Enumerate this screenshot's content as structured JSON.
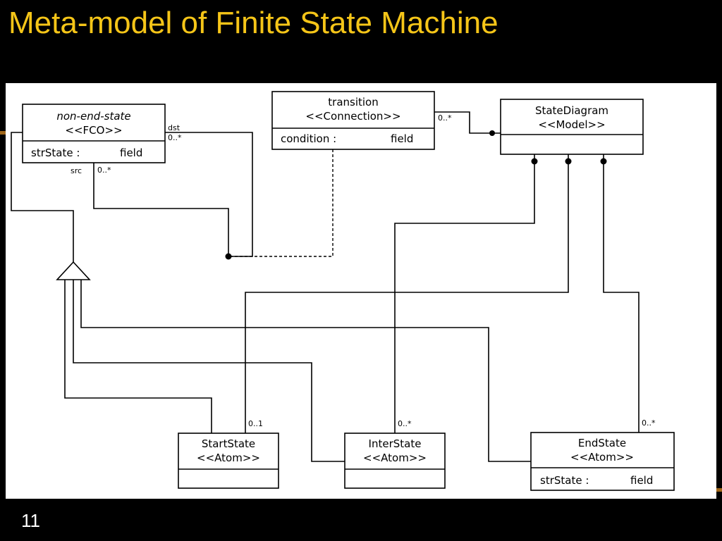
{
  "slide": {
    "title": "Meta-model of Finite State Machine",
    "page_number": "11",
    "accent_color": "#f5c518"
  },
  "diagram": {
    "non_end_state": {
      "name": "non-end-state",
      "stereotype": "<<FCO>>",
      "attribute": "strState :",
      "attribute_type": "field"
    },
    "transition": {
      "name": "transition",
      "stereotype": "<<Connection>>",
      "attribute": "condition :",
      "attribute_type": "field"
    },
    "state_diagram": {
      "name": "StateDiagram",
      "stereotype": "<<Model>>"
    },
    "start_state": {
      "name": "StartState",
      "stereotype": "<<Atom>>"
    },
    "inter_state": {
      "name": "InterState",
      "stereotype": "<<Atom>>"
    },
    "end_state": {
      "name": "EndState",
      "stereotype": "<<Atom>>",
      "attribute": "strState :",
      "attribute_type": "field"
    },
    "labels": {
      "dst": "dst",
      "dst_mult": "0..*",
      "src": "src",
      "src_mult": "0..*",
      "transition_mult": "0..*",
      "start_mult": "0..1",
      "inter_mult": "0..*",
      "end_mult": "0..*"
    }
  }
}
